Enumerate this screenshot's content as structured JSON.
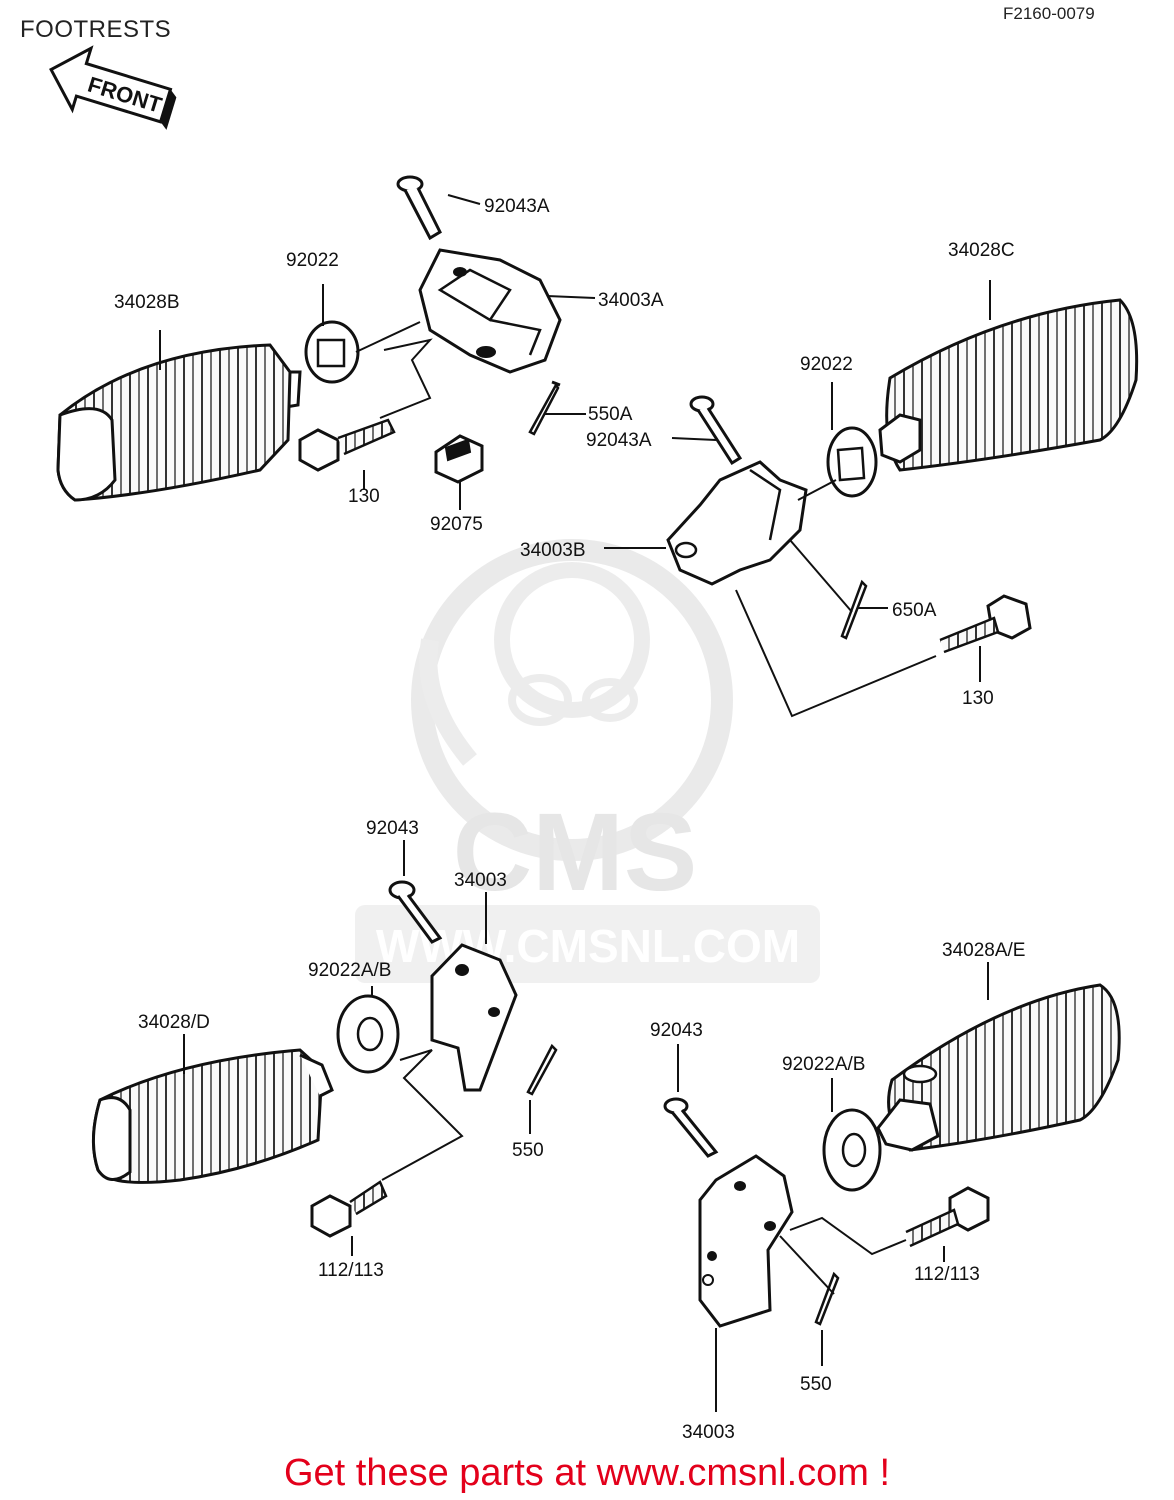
{
  "header": {
    "title": "FOOTRESTS",
    "diagram_code": "F2160-0079"
  },
  "front_arrow": {
    "label": "FRONT"
  },
  "watermark": {
    "brand": "CMS",
    "url": "WWW.CMSNL.COM"
  },
  "parts": [
    {
      "id": "p1",
      "number": "92043A"
    },
    {
      "id": "p2",
      "number": "92022"
    },
    {
      "id": "p3",
      "number": "34028B"
    },
    {
      "id": "p4",
      "number": "34003A"
    },
    {
      "id": "p5",
      "number": "550A"
    },
    {
      "id": "p6",
      "number": "130"
    },
    {
      "id": "p7",
      "number": "92075"
    },
    {
      "id": "p8",
      "number": "34028C"
    },
    {
      "id": "p9",
      "number": "92022"
    },
    {
      "id": "p10",
      "number": "92043A"
    },
    {
      "id": "p11",
      "number": "34003B"
    },
    {
      "id": "p12",
      "number": "650A"
    },
    {
      "id": "p13",
      "number": "130"
    },
    {
      "id": "p14",
      "number": "92043"
    },
    {
      "id": "p15",
      "number": "34003"
    },
    {
      "id": "p16",
      "number": "92022A/B"
    },
    {
      "id": "p17",
      "number": "34028/D"
    },
    {
      "id": "p18",
      "number": "550"
    },
    {
      "id": "p19",
      "number": "112/113"
    },
    {
      "id": "p20",
      "number": "34028A/E"
    },
    {
      "id": "p21",
      "number": "92043"
    },
    {
      "id": "p22",
      "number": "92022A/B"
    },
    {
      "id": "p23",
      "number": "112/113"
    },
    {
      "id": "p24",
      "number": "550"
    },
    {
      "id": "p25",
      "number": "34003"
    }
  ],
  "footer": {
    "text": "Get these parts at www.cmsnl.com !"
  },
  "colors": {
    "footer": "#e3001b",
    "line": "#111111",
    "watermark": "#e6e6e6"
  }
}
